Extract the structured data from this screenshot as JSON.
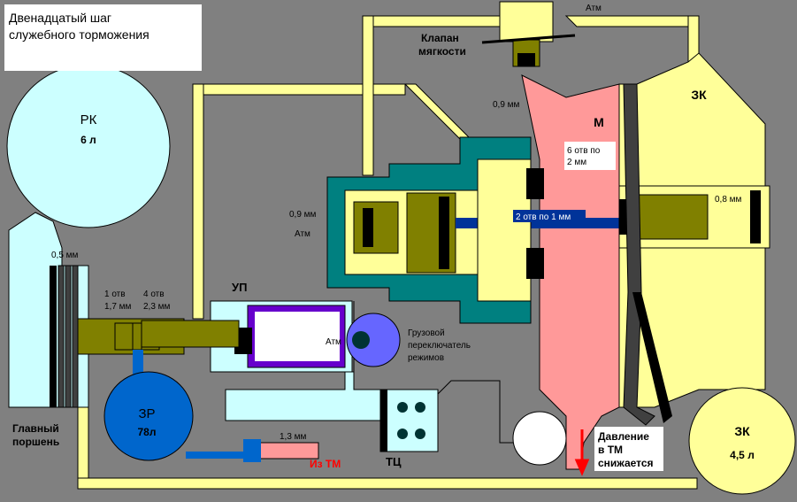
{
  "title": "Двенадцатый шаг\nслужебного торможения",
  "labels": {
    "rk": "РК",
    "rk_vol": "6 л",
    "zr": "ЗР",
    "zr_vol": "78л",
    "zk_small": "ЗК",
    "zk_small_vol": "4,5 л",
    "zk_top": "ЗК",
    "m": "М",
    "up": "УП",
    "tc": "ТЦ",
    "piston_line1": "Главный",
    "piston_line2": "поршень",
    "valve_line1": "Клапан",
    "valve_line2": "мягкости",
    "atm_top": "Атм",
    "atm_left": "Атм",
    "atm_up": "Атм",
    "d09_top": "0,9 мм",
    "d09_left": "0,9 мм",
    "d08": "0,8 мм",
    "d05": "0,5 мм",
    "holes6_l1": "6 отв по",
    "holes6_l2": "2 мм",
    "holes2": "2 отв по 1 мм",
    "h1_l1": "1 отв",
    "h1_l2": "1,7 мм",
    "h4_l1": "4 отв",
    "h4_l2": "2,3 мм",
    "d13": "1,3 мм",
    "from_tm": "Из ТМ",
    "cargo_l1": "Грузовой",
    "cargo_l2": "переключатель",
    "cargo_l3": "режимов",
    "press_l1": "Давление",
    "press_l2": "в ТМ",
    "press_l3": "снижается"
  },
  "colors": {
    "background": "#808080",
    "pale_yellow": "#FFFF99",
    "olive": "#808000",
    "teal": "#008080",
    "pink": "#FF9999",
    "light_blue": "#CCFFFF",
    "blue": "#0066CC",
    "dark_gray": "#404040",
    "navy": "#003399",
    "purple": "#6600CC",
    "lavender": "#6666FF",
    "red": "#FF0000"
  }
}
